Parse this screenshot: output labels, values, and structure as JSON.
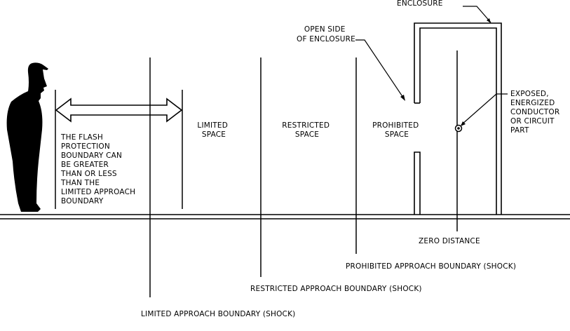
{
  "labels": {
    "enclosure": "ENCLOSURE",
    "open_side": [
      "OPEN SIDE",
      "OF ENCLOSURE"
    ],
    "flash_note": [
      "THE FLASH",
      "PROTECTION",
      "BOUNDARY CAN",
      "BE GREATER",
      "THAN OR LESS",
      "THAN THE",
      "LIMITED APPROACH",
      "BOUNDARY"
    ],
    "limited_space": [
      "LIMITED",
      "SPACE"
    ],
    "restricted_space": [
      "RESTRICTED",
      "SPACE"
    ],
    "prohibited_space": [
      "PROHIBITED",
      "SPACE"
    ],
    "exposed_conductor": [
      "EXPOSED,",
      "ENERGIZED",
      "CONDUCTOR",
      "OR CIRCUIT",
      "PART"
    ],
    "zero_distance": "ZERO DISTANCE",
    "prohibited_boundary": "PROHIBITED APPROACH BOUNDARY (SHOCK)",
    "restricted_boundary": "RESTRICTED APPROACH BOUNDARY (SHOCK)",
    "limited_boundary": "LIMITED APPROACH BOUNDARY (SHOCK)"
  }
}
